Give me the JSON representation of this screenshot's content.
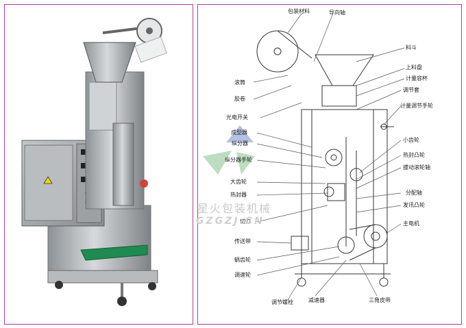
{
  "labels": {
    "packing_material": "包装材料",
    "guide_shaft": "导向轴",
    "hopper": "料斗",
    "upper_measuring_disc": "上料盘",
    "measuring_cup": "计量容杯",
    "adjuster": "调节套",
    "measuring_adjust_handwheel": "计量调节手轮",
    "roller": "滚筒",
    "paper_reel": "胶卷",
    "photoelectric_switch": "光电开关",
    "former": "成型器",
    "bag_former": "纵分器",
    "bag_former_handwheel": "纵分器手轮",
    "big_gear": "大齿轮",
    "heat_sealer": "热封器",
    "cutter": "切刀",
    "small_gear": "小齿轮",
    "heat_seal_cam": "热封凸轮",
    "drive_roller_shaft": "拔动滚轮轴",
    "distribution_shaft": "分配轴",
    "cam": "发讯凸轮",
    "main_motor": "主电机",
    "conveyor": "传送带",
    "worm_gear": "蜗齿轮",
    "speed_wheel": "调速轮",
    "adjust_screw": "调节螺栓",
    "reducer": "减速器",
    "v_belt": "三角皮带"
  },
  "watermark": {
    "name": "星火包装机械",
    "url": "GZGZJ.CN"
  },
  "colors": {
    "frame": "#b03a9a",
    "metal": "#a9adb0",
    "metal_dark": "#6f7377",
    "line": "#333333"
  }
}
